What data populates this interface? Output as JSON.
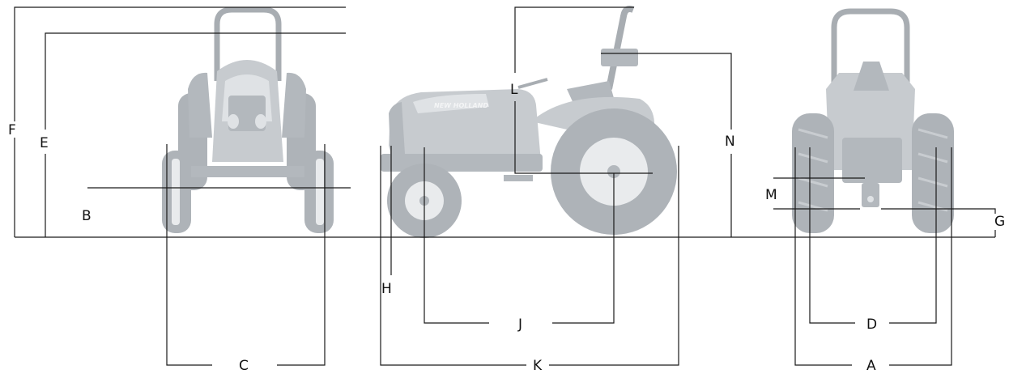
{
  "labels": {
    "A": "A",
    "B": "B",
    "C": "C",
    "D": "D",
    "E": "E",
    "F": "F",
    "G": "G",
    "H": "H",
    "J": "J",
    "K": "K",
    "L": "L",
    "M": "M",
    "N": "N"
  },
  "brand_text": "NEW HOLLAND",
  "colors": {
    "line": "#1a1a1a",
    "tractor": "#c7cbcf",
    "background": "#ffffff"
  }
}
